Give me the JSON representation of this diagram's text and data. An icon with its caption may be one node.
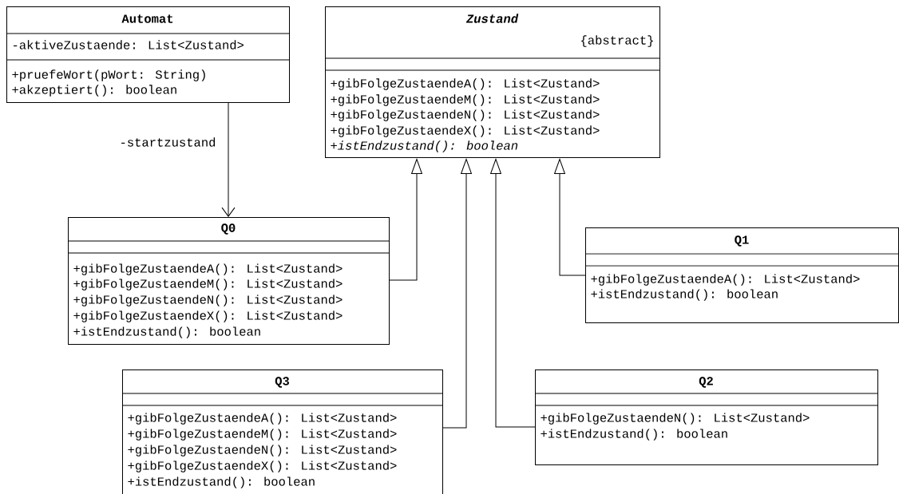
{
  "diagram": {
    "nodes": [
      {
        "text": [
          "Automat",
          "-aktiveZustaende: List<Zustand>",
          "+pruefeWort(pWort: String)",
          "+akzeptiert(): boolean"
        ]
      },
      {
        "text": [
          "Zustand",
          "{abstract}",
          "+gibFolgeZustaendeA(): List<Zustand>",
          "+gibFolgeZustaendeM(): List<Zustand>",
          "+gibFolgeZustaendeN(): List<Zustand>",
          "+gibFolgeZustaendeX(): List<Zustand>",
          "+istEndzustand(): boolean"
        ]
      },
      {
        "text": [
          "Q0",
          "+gibFolgeZustaendeA(): List<Zustand>",
          "+gibFolgeZustaendeM(): List<Zustand>",
          "+gibFolgeZustaendeN(): List<Zustand>",
          "+gibFolgeZustaendeX(): List<Zustand>",
          "+istEndzustand(): boolean"
        ]
      },
      {
        "text": [
          "Q1",
          "+gibFolgeZustaendeA(): List<Zustand>",
          "+istEndzustand(): boolean"
        ]
      },
      {
        "text": [
          "Q3",
          "+gibFolgeZustaendeA(): List<Zustand>",
          "+gibFolgeZustaendeM(): List<Zustand>",
          "+gibFolgeZustaendeN(): List<Zustand>",
          "+gibFolgeZustaendeX(): List<Zustand>",
          "+istEndzustand(): boolean"
        ]
      },
      {
        "text": [
          "Q2",
          "+gibFolgeZustaendeN(): List<Zustand>",
          "+istEndzustand(): boolean"
        ]
      }
    ],
    "edges": [
      {
        "from": 0,
        "to": 2,
        "arrow": "to",
        "label": "-startzustand"
      },
      {
        "from": 2,
        "to": 1,
        "arrow": "to"
      },
      {
        "from": 3,
        "to": 1,
        "arrow": "to"
      },
      {
        "from": 4,
        "to": 1,
        "arrow": "to"
      },
      {
        "from": 5,
        "to": 1,
        "arrow": "to"
      }
    ]
  }
}
